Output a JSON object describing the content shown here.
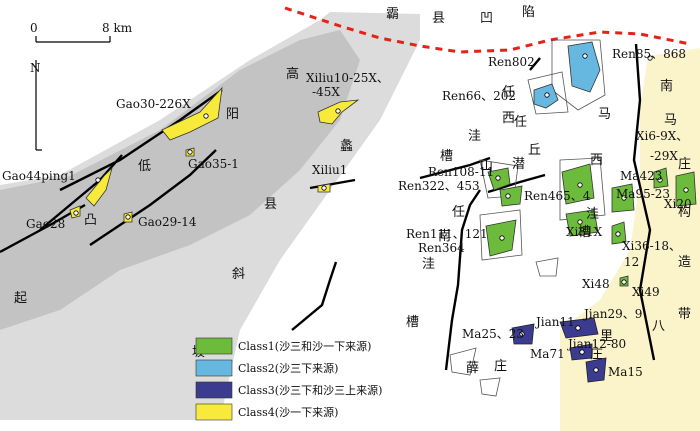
{
  "scale": {
    "zero": "0",
    "distance": "8 km"
  },
  "north": "N",
  "regions": {
    "bazhou": [
      "霸",
      "县",
      "凹",
      "陷"
    ],
    "gaoyang": [
      "高",
      "阳"
    ],
    "lixian": [
      "蠡",
      "县"
    ],
    "qiyi": [
      "起"
    ],
    "xie": [
      "斜"
    ],
    "po": [
      "坡"
    ],
    "di": [
      "低"
    ],
    "tu": [
      "凸"
    ],
    "renxi": [
      "任",
      "西"
    ],
    "wacao": [
      "洼",
      "槽"
    ],
    "shanqian": [
      "山",
      "潜"
    ],
    "renqiu": [
      "任",
      "丘"
    ],
    "renan": [
      "任",
      "南"
    ],
    "wacao2": [
      "洼",
      "槽"
    ],
    "maxi": [
      "马",
      "西"
    ],
    "wa3": [
      "洼"
    ],
    "cao3": [
      "槽"
    ],
    "xuezhuang": [
      "薛",
      "庄"
    ],
    "manan": [
      "南"
    ],
    "mazhuang": [
      "马",
      "庄"
    ],
    "gouzao": [
      "构",
      "造"
    ],
    "dai": [
      "带"
    ],
    "bali": [
      "八",
      "里"
    ],
    "zhuang2": [
      "庄"
    ]
  },
  "wells": [
    "Ren802",
    "Ren66、202",
    "Ren85、868",
    "Xiliu10-25X、",
    "-45X",
    "Gao30-226X",
    "Gao35-1",
    "Gao44ping1",
    "Gao28",
    "Gao29-14",
    "Xiliu1",
    "Ren108-11",
    "Ren322、453",
    "Ren465、4",
    "Ren111、121",
    "Ren364",
    "Xi31X",
    "Ma423",
    "Xi6-9X、",
    "-29X",
    "Ma95-23",
    "Xi20",
    "Xi36-18、",
    "12",
    "Xi48",
    "Xi49",
    "Ma25、23",
    "Jian11",
    "Jian29、9",
    "Jian12-80",
    "Ma71",
    "Ma15"
  ],
  "legend": [
    {
      "label": "Class1(沙三和沙一下来源)",
      "color": "#6dbb3c"
    },
    {
      "label": "Class2(沙三下来源)",
      "color": "#67b8e0"
    },
    {
      "label": "Class3(沙三下和沙三上来源)",
      "color": "#3b3b8f"
    },
    {
      "label": "Class4(沙一下来源)",
      "color": "#f8ea3b"
    }
  ],
  "colors": {
    "band_dark": "#bdbdbd",
    "band_light": "#dcdcdc",
    "yellow_zone": "#fbf3c9",
    "boundary": "#e2231a"
  }
}
